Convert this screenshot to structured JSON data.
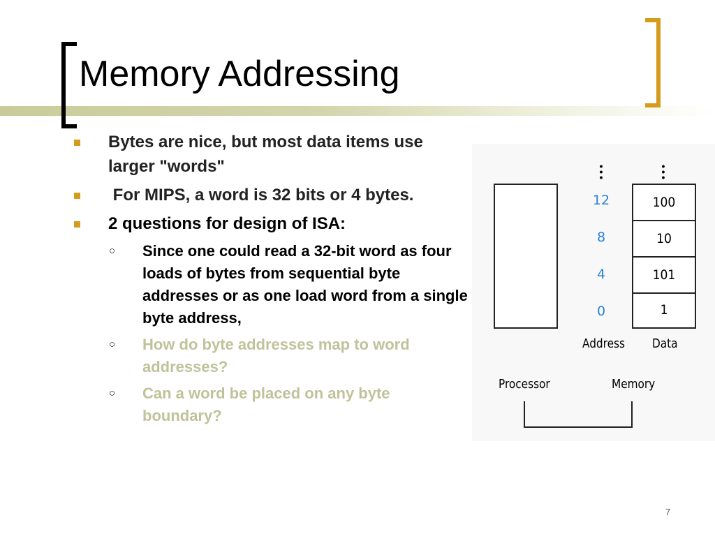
{
  "slide": {
    "title": "Memory Addressing",
    "page_number": "7",
    "accent_color": "#d49b1d",
    "muted_color": "#c0c29a"
  },
  "bullets": [
    {
      "level": 1,
      "text": "Bytes are nice, but most data items use larger \"words\""
    },
    {
      "level": 1,
      "text": " For MIPS, a word is 32 bits or 4 bytes."
    },
    {
      "level": 1,
      "text": "2 questions for design of ISA:"
    },
    {
      "level": 2,
      "text": "Since one could read a 32-bit word as four loads of bytes from sequential byte addresses or as one load word from a single byte address,"
    },
    {
      "level": 2,
      "text": "How do byte addresses map to word addresses?",
      "muted": true
    },
    {
      "level": 2,
      "text": "Can a word be placed on any byte boundary?",
      "muted": true
    }
  ],
  "diagram": {
    "address_label": "Address",
    "data_label": "Data",
    "processor_label": "Processor",
    "memory_label": "Memory",
    "rows": [
      {
        "address": "12",
        "data": "100"
      },
      {
        "address": "8",
        "data": "10"
      },
      {
        "address": "4",
        "data": "101"
      },
      {
        "address": "0",
        "data": "1"
      }
    ]
  }
}
